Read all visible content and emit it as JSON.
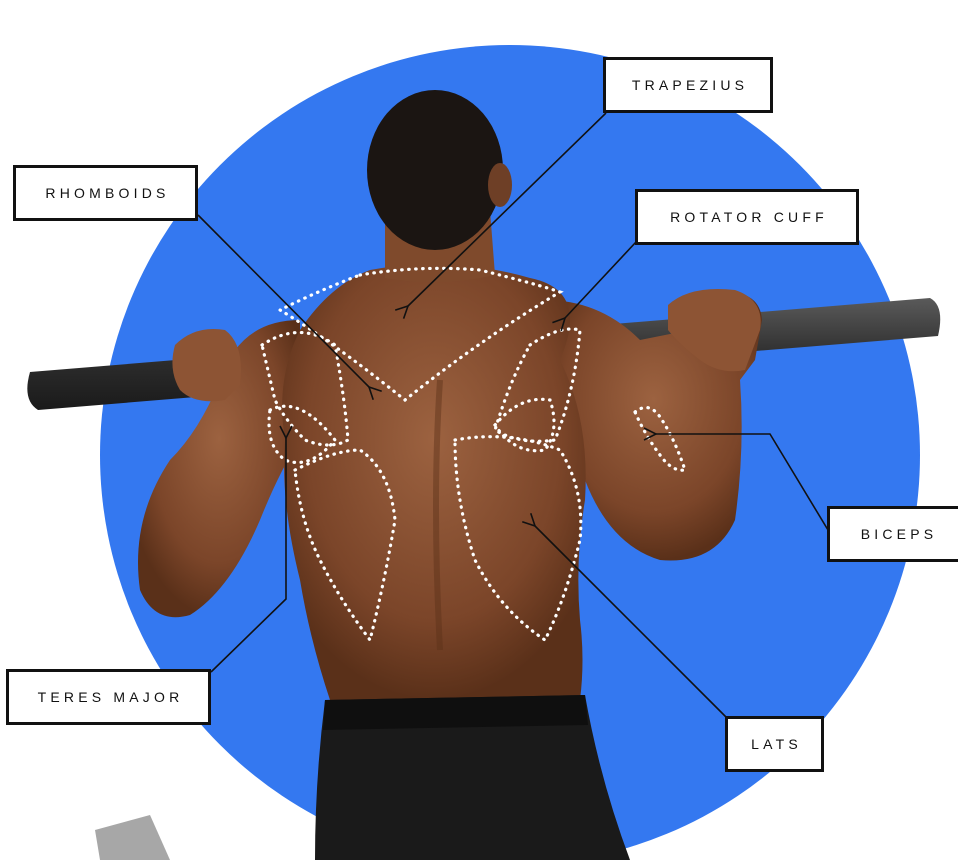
{
  "colors": {
    "circle": "#3478f0",
    "skin": "#8a5233",
    "skin_shadow": "#5e3420",
    "hair": "#1b1512",
    "bar": "#3a3a3a",
    "shorts": "#1a1a1a",
    "outline": "#ffffff",
    "line": "#111111"
  },
  "labels": {
    "trapezius": "TRAPEZIUS",
    "rhomboids": "RHOMBOIDS",
    "rotator_cuff": "ROTATOR CUFF",
    "biceps": "BICEPS",
    "teres_major": "TERES MAJOR",
    "lats": "LATS"
  },
  "icons": {
    "muscle_outlines": "dotted-muscle-outline-icon",
    "pointer": "arrow-pointer-icon"
  }
}
